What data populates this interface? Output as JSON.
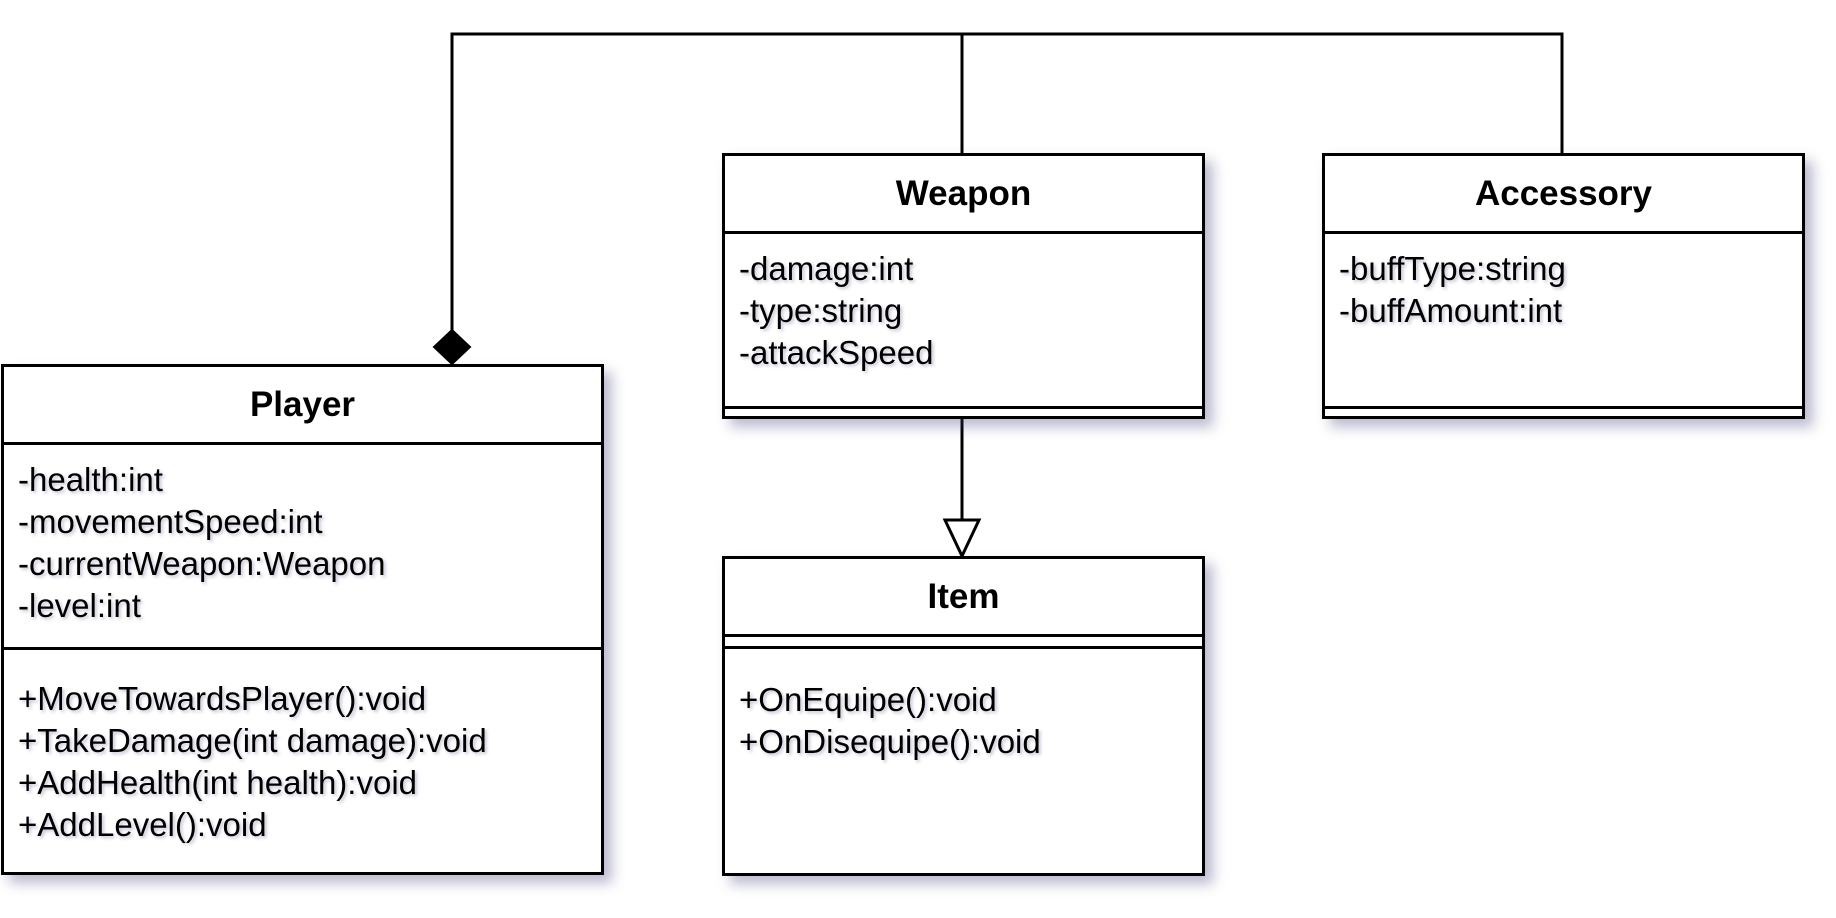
{
  "diagram": {
    "classes": {
      "player": {
        "name": "Player",
        "attributes": [
          "-health:int",
          "-movementSpeed:int",
          "-currentWeapon:Weapon",
          "-level:int"
        ],
        "methods": [
          "+MoveTowardsPlayer():void",
          "+TakeDamage(int damage):void",
          "+AddHealth(int health):void",
          "+AddLevel():void"
        ]
      },
      "weapon": {
        "name": "Weapon",
        "attributes": [
          "-damage:int",
          "-type:string",
          "-attackSpeed"
        ],
        "methods": []
      },
      "accessory": {
        "name": "Accessory",
        "attributes": [
          "-buffType:string",
          "-buffAmount:int"
        ],
        "methods": []
      },
      "item": {
        "name": "Item",
        "attributes": [],
        "methods": [
          "+OnEquipe():void",
          "+OnDisequipe():void"
        ]
      }
    },
    "relations": [
      {
        "type": "composition",
        "whole": "Player",
        "parts": [
          "Weapon",
          "Accessory"
        ]
      },
      {
        "type": "inheritance",
        "child": "Weapon",
        "parent": "Item"
      }
    ]
  }
}
